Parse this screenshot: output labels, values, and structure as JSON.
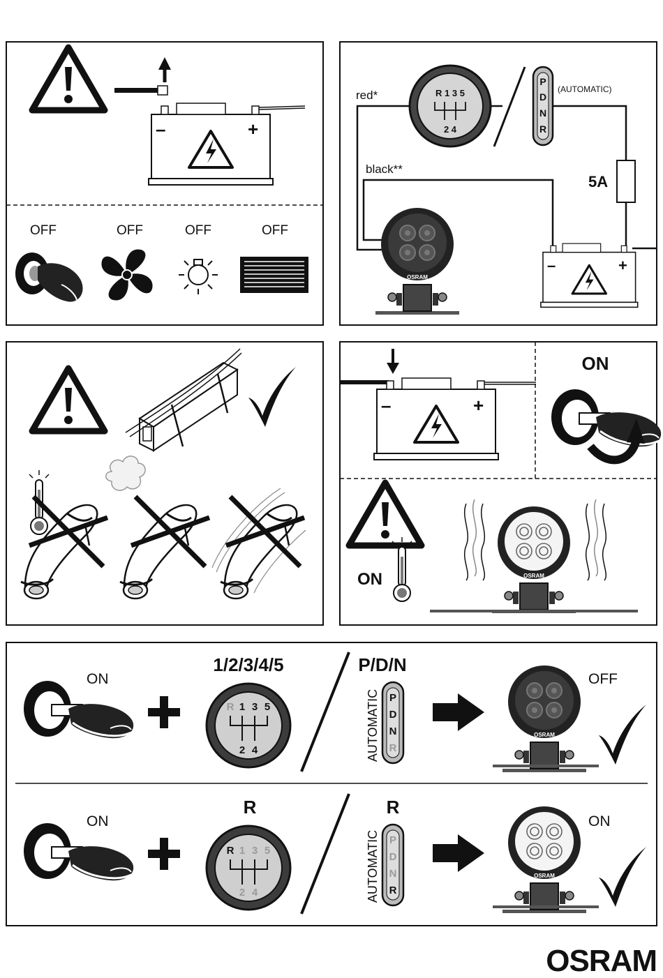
{
  "panel1": {
    "off_labels": [
      "OFF",
      "OFF",
      "OFF",
      "OFF"
    ],
    "minus": "–",
    "plus": "+"
  },
  "panel2": {
    "red_label": "red*",
    "black_label": "black**",
    "automatic_label": "(AUTOMATIC)",
    "fuse_label": "5A",
    "gear_top": "R 1 3 5",
    "gear_bottom": "2 4",
    "auto_letters": [
      "P",
      "D",
      "N",
      "R"
    ],
    "lamp_brand": "OSRAM",
    "minus": "–",
    "plus": "+"
  },
  "panel4": {
    "on_label": "ON",
    "on_heat_label": "ON",
    "lamp_brand": "OSRAM",
    "minus": "–",
    "plus": "+"
  },
  "panel5": {
    "row1": {
      "key_label": "ON",
      "gear_title": "1/2/3/4/5",
      "auto_title": "P/D/N",
      "auto_vertical": "AUTOMATIC",
      "gear_letters": [
        "R",
        "1",
        "3",
        "5",
        "2",
        "4"
      ],
      "auto_letters": [
        "P",
        "D",
        "N",
        "R"
      ],
      "result_label": "OFF",
      "lamp_brand": "OSRAM"
    },
    "row2": {
      "key_label": "ON",
      "gear_title": "R",
      "auto_title": "R",
      "auto_vertical": "AUTOMATIC",
      "gear_letters": [
        "R",
        "1",
        "3",
        "5",
        "2",
        "4"
      ],
      "auto_letters": [
        "P",
        "D",
        "N",
        "R"
      ],
      "result_label": "ON",
      "lamp_brand": "OSRAM"
    }
  },
  "footer": {
    "logo": "OSRAM"
  },
  "colors": {
    "ink": "#111111",
    "muted": "#9a9a9a",
    "lens": "#4a4a4a",
    "lens_lit": "#e6e6e6"
  }
}
